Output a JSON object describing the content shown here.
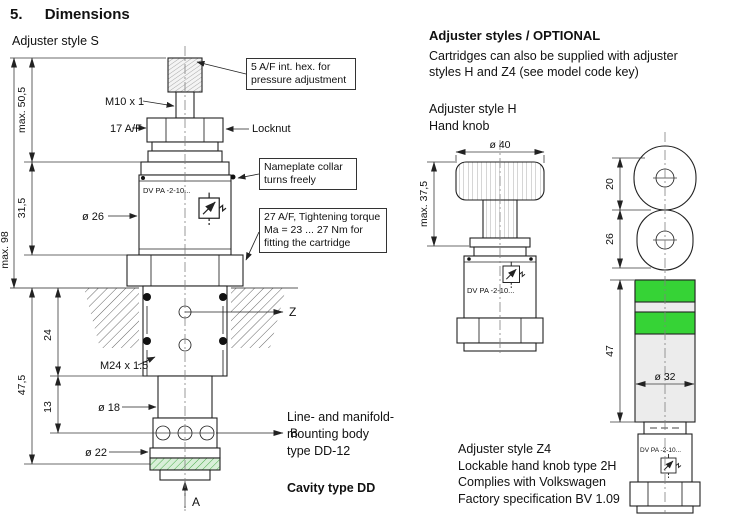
{
  "title": {
    "number": "5.",
    "text": "Dimensions"
  },
  "colors": {
    "accent_green": "#36d336",
    "seal_fill": "#d8efd8",
    "seal_line": "#3aa33a"
  },
  "left": {
    "adjuster_label": "Adjuster style S",
    "callouts": {
      "hex": "5 A/F int. hex. for pressure adjustment",
      "nameplate": "Nameplate collar turns freely",
      "torque": "27 A/F, Tightening torque Ma = 23 ... 27 Nm for fitting the cartridge"
    },
    "labels": {
      "m10": "M10 x 1",
      "af17": "17 A/F",
      "locknut": "Locknut",
      "dia26": "ø 26",
      "m24": "M24 x 1.5",
      "dia18": "ø 18",
      "dia22": "ø 22"
    },
    "dims": {
      "max505": "max. 50,5",
      "d315": "31,5",
      "max98": "max. 98",
      "d475": "47,5",
      "d24": "24",
      "d13": "13"
    },
    "ports": {
      "z": "Z",
      "b": "B",
      "a": "A"
    },
    "nameplate_text": "DV PA -2-10...",
    "body_note_lines": [
      "Line- and manifold-",
      "mounting body",
      "type DD-12"
    ],
    "cavity_note": "Cavity type DD"
  },
  "right": {
    "heading": "Adjuster styles / OPTIONAL",
    "desc_lines": [
      "Cartridges can also be supplied with adjuster",
      "styles H and Z4 (see model code key)"
    ],
    "style_h_label": "Adjuster style H",
    "hand_knob_label": "Hand knob",
    "dims_h": {
      "dia40": "ø 40",
      "max375": "max. 37,5"
    },
    "nameplate_text": "DV PA -2-10...",
    "z4": {
      "dims": {
        "d20": "20",
        "d26": "26",
        "d47": "47",
        "dia32": "ø 32"
      },
      "nameplate_text": "DV PA -2-10...",
      "note_lines": [
        "Adjuster style Z4",
        "Lockable hand knob type 2H",
        "Complies with Volkswagen",
        "Factory specification BV 1.09"
      ]
    }
  }
}
